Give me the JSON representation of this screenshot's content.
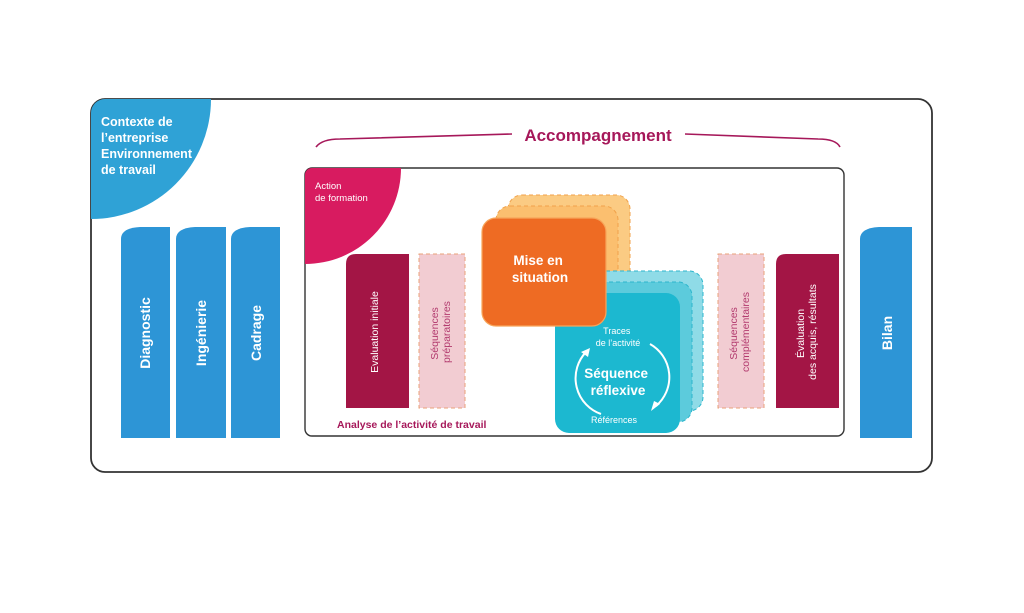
{
  "context": {
    "lines": [
      "Contexte de",
      "l’entreprise",
      "Environnement",
      "de travail"
    ]
  },
  "accompagnement": "Accompagnement",
  "phases_left": [
    "Diagnostic",
    "Ingénierie",
    "Cadrage"
  ],
  "phase_right": "Bilan",
  "action": {
    "lines": [
      "Action",
      "de formation"
    ]
  },
  "evaluation_initiale": "Evaluation initiale",
  "sequences_preparatoires": {
    "lines": [
      "Séquences",
      "préparatoires"
    ]
  },
  "mise_en_situation": {
    "lines": [
      "Mise en",
      "situation"
    ]
  },
  "sequence_reflexive": {
    "traces": [
      "Traces",
      "de l’activité"
    ],
    "title": [
      "Séquence",
      "réflexive"
    ],
    "references": "Références"
  },
  "sequences_complementaires": {
    "lines": [
      "Séquences",
      "complémentaires"
    ]
  },
  "evaluation_acquis": {
    "lines": [
      "Évaluation",
      "des acquis, résultats"
    ]
  },
  "analyse": "Analyse de l’activité de travail",
  "colors": {
    "blue": "#2d95d6",
    "context_blue": "#2fa2d6",
    "magenta": "#d81b60",
    "crimson": "#a31545",
    "pink_light": "#f2ccd2",
    "orange": "#ee6b23",
    "orange_light": "#fbcb83",
    "cyan": "#1cb8d0",
    "cyan_light": "#8fdbe7",
    "accent_text": "#a6185a",
    "frame": "#333333"
  }
}
